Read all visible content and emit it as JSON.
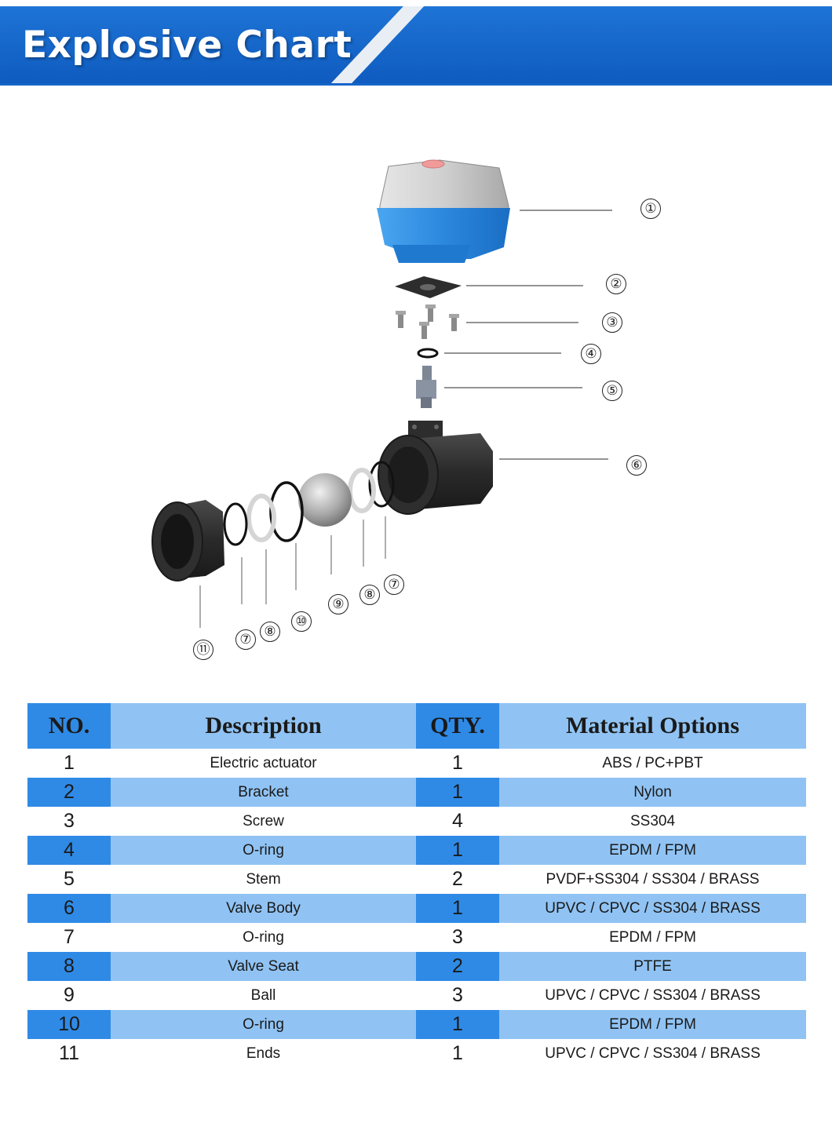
{
  "header": {
    "title": "Explosive Chart"
  },
  "diagram": {
    "callouts": [
      "①",
      "②",
      "③",
      "④",
      "⑤",
      "⑥",
      "⑦",
      "⑧",
      "⑨",
      "⑩",
      "⑪"
    ],
    "bottom_callouts": [
      "⑪",
      "⑦",
      "⑧",
      "⑩",
      "⑨",
      "⑧",
      "⑦"
    ]
  },
  "table": {
    "headers": [
      "NO.",
      "Description",
      "QTY.",
      "Material Options"
    ],
    "rows": [
      {
        "no": "1",
        "description": "Electric actuator",
        "qty": "1",
        "material": "ABS / PC+PBT"
      },
      {
        "no": "2",
        "description": "Bracket",
        "qty": "1",
        "material": "Nylon"
      },
      {
        "no": "3",
        "description": "Screw",
        "qty": "4",
        "material": "SS304"
      },
      {
        "no": "4",
        "description": "O-ring",
        "qty": "1",
        "material": "EPDM / FPM"
      },
      {
        "no": "5",
        "description": "Stem",
        "qty": "2",
        "material": "PVDF+SS304 / SS304 / BRASS"
      },
      {
        "no": "6",
        "description": "Valve Body",
        "qty": "1",
        "material": "UPVC / CPVC / SS304 / BRASS"
      },
      {
        "no": "7",
        "description": "O-ring",
        "qty": "3",
        "material": "EPDM / FPM"
      },
      {
        "no": "8",
        "description": "Valve Seat",
        "qty": "2",
        "material": "PTFE"
      },
      {
        "no": "9",
        "description": "Ball",
        "qty": "3",
        "material": "UPVC / CPVC / SS304 / BRASS"
      },
      {
        "no": "10",
        "description": "O-ring",
        "qty": "1",
        "material": "EPDM / FPM"
      },
      {
        "no": "11",
        "description": "Ends",
        "qty": "1",
        "material": "UPVC / CPVC / SS304 / BRASS"
      }
    ]
  },
  "colors": {
    "banner_blue": "#1565c9",
    "header_light": "#90c3f3",
    "header_dark": "#2f8ae6",
    "actuator_blue": "#2d8fe0",
    "actuator_grey": "#c9c9c9",
    "valve_black": "#2b2b2b"
  }
}
